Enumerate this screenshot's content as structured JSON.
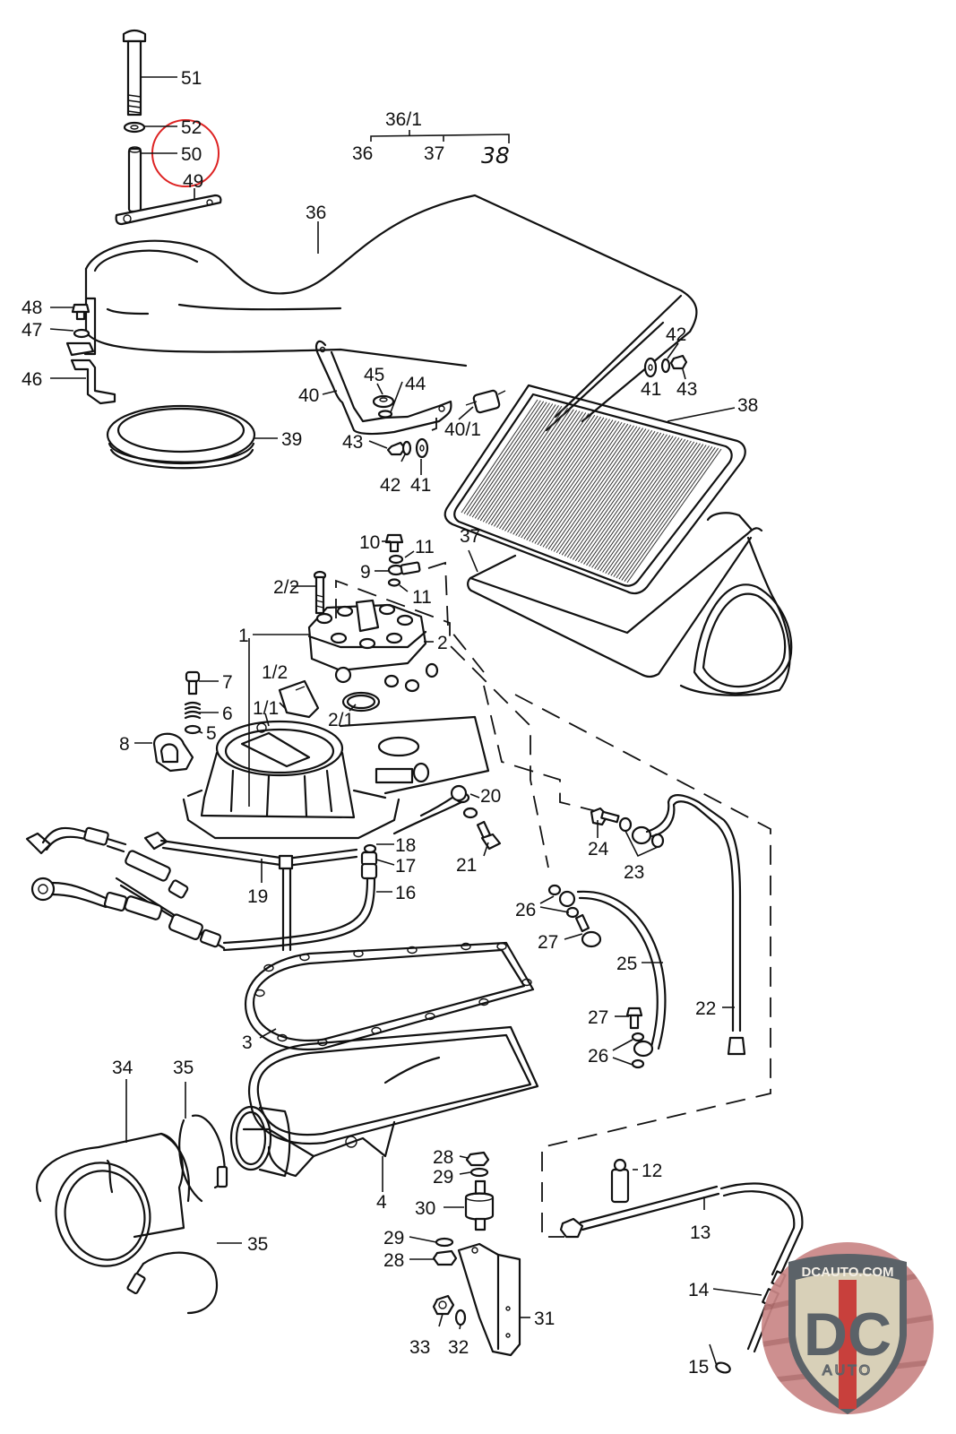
{
  "diagram": {
    "type": "exploded-parts-diagram",
    "subject": "Fuel distributor, air flow sensor and air cleaner assembly",
    "callouts": [
      {
        "id": "c51",
        "label": "51",
        "part": "long bolt"
      },
      {
        "id": "c52",
        "label": "52",
        "part": "washer"
      },
      {
        "id": "c50",
        "label": "50",
        "part": "sleeve",
        "highlighted": true
      },
      {
        "id": "c49",
        "label": "49",
        "part": "strap bracket"
      },
      {
        "id": "c36_1",
        "label": "36/1",
        "part": "air cleaner assembly (36 + 37 + 38)"
      },
      {
        "id": "c36a",
        "label": "36",
        "part": "air cleaner upper housing (group)"
      },
      {
        "id": "c37a",
        "label": "37",
        "part": "air cleaner lower housing (group)"
      },
      {
        "id": "c38a",
        "label": "38",
        "part": "filter element (group, handwritten)"
      },
      {
        "id": "c36",
        "label": "36",
        "part": "air cleaner upper housing"
      },
      {
        "id": "c48",
        "label": "48",
        "part": "bolt"
      },
      {
        "id": "c47",
        "label": "47",
        "part": "washer"
      },
      {
        "id": "c46",
        "label": "46",
        "part": "bracket"
      },
      {
        "id": "c39",
        "label": "39",
        "part": "sealing ring"
      },
      {
        "id": "c40",
        "label": "40",
        "part": "bracket"
      },
      {
        "id": "c45",
        "label": "45",
        "part": "nut"
      },
      {
        "id": "c44",
        "label": "44",
        "part": "washer"
      },
      {
        "id": "c40_1",
        "label": "40/1",
        "part": "rubber mount"
      },
      {
        "id": "c42a",
        "label": "42",
        "part": "lock washer"
      },
      {
        "id": "c41a",
        "label": "41",
        "part": "washer"
      },
      {
        "id": "c43a",
        "label": "43",
        "part": "nut"
      },
      {
        "id": "c38",
        "label": "38",
        "part": "filter element"
      },
      {
        "id": "c43b",
        "label": "43",
        "part": "nut"
      },
      {
        "id": "c42b",
        "label": "42",
        "part": "lock washer"
      },
      {
        "id": "c41b",
        "label": "41",
        "part": "washer"
      },
      {
        "id": "c37",
        "label": "37",
        "part": "air cleaner lower housing"
      },
      {
        "id": "c10",
        "label": "10",
        "part": "banjo bolt"
      },
      {
        "id": "c11a",
        "label": "11",
        "part": "seal"
      },
      {
        "id": "c9",
        "label": "9",
        "part": "banjo fitting"
      },
      {
        "id": "c11b",
        "label": "11",
        "part": "seal"
      },
      {
        "id": "c2_2",
        "label": "2/2",
        "part": "screw"
      },
      {
        "id": "c1",
        "label": "1",
        "part": "fuel distributor / air flow sensor"
      },
      {
        "id": "c2",
        "label": "2",
        "part": "fuel distributor"
      },
      {
        "id": "c1_2",
        "label": "1/2",
        "part": "switch"
      },
      {
        "id": "c7",
        "label": "7",
        "part": "screw"
      },
      {
        "id": "c6",
        "label": "6",
        "part": "spring"
      },
      {
        "id": "c5",
        "label": "5",
        "part": "washer"
      },
      {
        "id": "c1_1",
        "label": "1/1",
        "part": "air flow sensor plate"
      },
      {
        "id": "c2_1",
        "label": "2/1",
        "part": "O-ring"
      },
      {
        "id": "c8",
        "label": "8",
        "part": "clamp"
      },
      {
        "id": "c20",
        "label": "20",
        "part": "seal"
      },
      {
        "id": "c18",
        "label": "18",
        "part": "seal"
      },
      {
        "id": "c17",
        "label": "17",
        "part": "union"
      },
      {
        "id": "c21",
        "label": "21",
        "part": "banjo bolt"
      },
      {
        "id": "c19",
        "label": "19",
        "part": "fuel line"
      },
      {
        "id": "c16",
        "label": "16",
        "part": "fuel line"
      },
      {
        "id": "c24",
        "label": "24",
        "part": "banjo bolt"
      },
      {
        "id": "c23",
        "label": "23",
        "part": "seals"
      },
      {
        "id": "c26a",
        "label": "26",
        "part": "seals"
      },
      {
        "id": "c27a",
        "label": "27",
        "part": "banjo bolt"
      },
      {
        "id": "c25",
        "label": "25",
        "part": "fuel line"
      },
      {
        "id": "c22",
        "label": "22",
        "part": "fuel line"
      },
      {
        "id": "c27b",
        "label": "27",
        "part": "banjo bolt"
      },
      {
        "id": "c26b",
        "label": "26",
        "part": "seals"
      },
      {
        "id": "c3",
        "label": "3",
        "part": "gasket"
      },
      {
        "id": "c34",
        "label": "34",
        "part": "intake hose"
      },
      {
        "id": "c35a",
        "label": "35",
        "part": "hose clamp"
      },
      {
        "id": "c4",
        "label": "4",
        "part": "intake manifold / air box"
      },
      {
        "id": "c28a",
        "label": "28",
        "part": "nut"
      },
      {
        "id": "c29a",
        "label": "29",
        "part": "washer"
      },
      {
        "id": "c30",
        "label": "30",
        "part": "rubber mount"
      },
      {
        "id": "c29b",
        "label": "29",
        "part": "washer"
      },
      {
        "id": "c28b",
        "label": "28",
        "part": "nut"
      },
      {
        "id": "c12",
        "label": "12",
        "part": "clip"
      },
      {
        "id": "c13",
        "label": "13",
        "part": "fuel line"
      },
      {
        "id": "c35b",
        "label": "35",
        "part": "hose clamp"
      },
      {
        "id": "c31",
        "label": "31",
        "part": "bracket"
      },
      {
        "id": "c33",
        "label": "33",
        "part": "nut"
      },
      {
        "id": "c32",
        "label": "32",
        "part": "washer"
      },
      {
        "id": "c14",
        "label": "14",
        "part": "fuel line"
      },
      {
        "id": "c15",
        "label": "15",
        "part": "seal"
      }
    ],
    "highlight_color": "#dd2222"
  },
  "watermark": {
    "top_text": "DCAUTO.COM",
    "mark_text": "DC",
    "sub_text": "AUTO",
    "colors": {
      "badge_bg": "#c98585",
      "shield_fill": "#d8d0b8",
      "shield_border": "#5b6268",
      "stripe": "#c8403c",
      "letters": "#5b6268"
    }
  }
}
